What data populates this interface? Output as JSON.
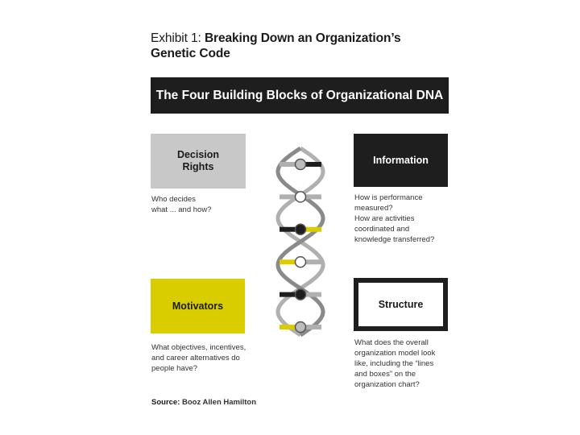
{
  "title": {
    "lead": "Exhibit 1: ",
    "bold_line1": "Breaking Down an Organization’s",
    "bold_line2": "Genetic Code"
  },
  "banner": "The Four Building Blocks of Organizational DNA",
  "blocks": {
    "decision": {
      "label": "Decision\nRights",
      "description": "Who decides\nwhat ... and how?",
      "color": "#c8c8c8"
    },
    "information": {
      "label": "Information",
      "description": "How is performance\nmeasured?\nHow are activities\ncoordinated and\nknowledge transferred?",
      "color": "#1e1e1e"
    },
    "motivators": {
      "label": "Motivators",
      "description": "What objectives, incentives,\nand career alternatives do\npeople have?",
      "color": "#d9cd00"
    },
    "structure": {
      "label": "Structure",
      "description": "What does the overall\norganization model look\nlike, including the “lines\nand boxes” on the\norganization chart?",
      "color": "#ffffff"
    }
  },
  "source": {
    "label": "Source:",
    "name": "Booz Allen Hamilton"
  },
  "helix": {
    "icon": "dna-helix-icon",
    "strand_colors": [
      "#b0b0b0",
      "#8a8a8a"
    ],
    "rungs": [
      {
        "left_color": "#b0b0b0",
        "right_color": "#1e1e1e",
        "node": "#bcbcbc"
      },
      {
        "left_color": "#b0b0b0",
        "right_color": "#b0b0b0",
        "node": "#ffffff"
      },
      {
        "left_color": "#1e1e1e",
        "right_color": "#d9cd00",
        "node": "#1e1e1e"
      },
      {
        "left_color": "#d9cd00",
        "right_color": "#b0b0b0",
        "node": "#ffffff"
      },
      {
        "left_color": "#1e1e1e",
        "right_color": "#b0b0b0",
        "node": "#1e1e1e"
      },
      {
        "left_color": "#d9cd00",
        "right_color": "#b0b0b0",
        "node": "#bcbcbc"
      }
    ]
  }
}
